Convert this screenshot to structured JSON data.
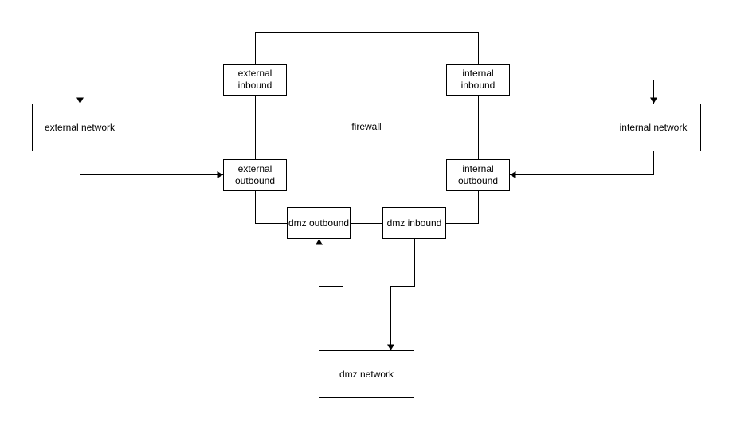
{
  "diagram": {
    "center_label": "firewall",
    "colors": {
      "stroke": "#000000",
      "node_fill": "#ffffff",
      "text": "#000000",
      "background": "#ffffff"
    },
    "nodes": {
      "external_inbound": {
        "label": "external\ninbound"
      },
      "internal_inbound": {
        "label": "internal\ninbound"
      },
      "external_network": {
        "label": "external network"
      },
      "internal_network": {
        "label": "internal network"
      },
      "external_outbound": {
        "label": "external\noutbound"
      },
      "internal_outbound": {
        "label": "internal\noutbound"
      },
      "dmz_outbound": {
        "label": "dmz outbound"
      },
      "dmz_inbound": {
        "label": "dmz inbound"
      },
      "dmz_network": {
        "label": "dmz network"
      }
    },
    "edges": [
      {
        "from": "external inbound",
        "to": "internal inbound",
        "arrow": "none"
      },
      {
        "from": "external inbound",
        "to": "external network",
        "arrow": "forward"
      },
      {
        "from": "external network",
        "to": "external outbound",
        "arrow": "forward"
      },
      {
        "from": "external inbound",
        "to": "external outbound",
        "arrow": "none"
      },
      {
        "from": "internal inbound",
        "to": "internal network",
        "arrow": "forward"
      },
      {
        "from": "internal network",
        "to": "internal outbound",
        "arrow": "forward"
      },
      {
        "from": "internal inbound",
        "to": "internal outbound",
        "arrow": "none"
      },
      {
        "from": "external outbound",
        "to": "dmz outbound",
        "arrow": "none"
      },
      {
        "from": "internal outbound",
        "to": "dmz inbound",
        "arrow": "none"
      },
      {
        "from": "dmz outbound",
        "to": "dmz inbound",
        "arrow": "none"
      },
      {
        "from": "dmz network",
        "to": "dmz outbound",
        "arrow": "forward"
      },
      {
        "from": "dmz inbound",
        "to": "dmz network",
        "arrow": "forward"
      }
    ]
  }
}
